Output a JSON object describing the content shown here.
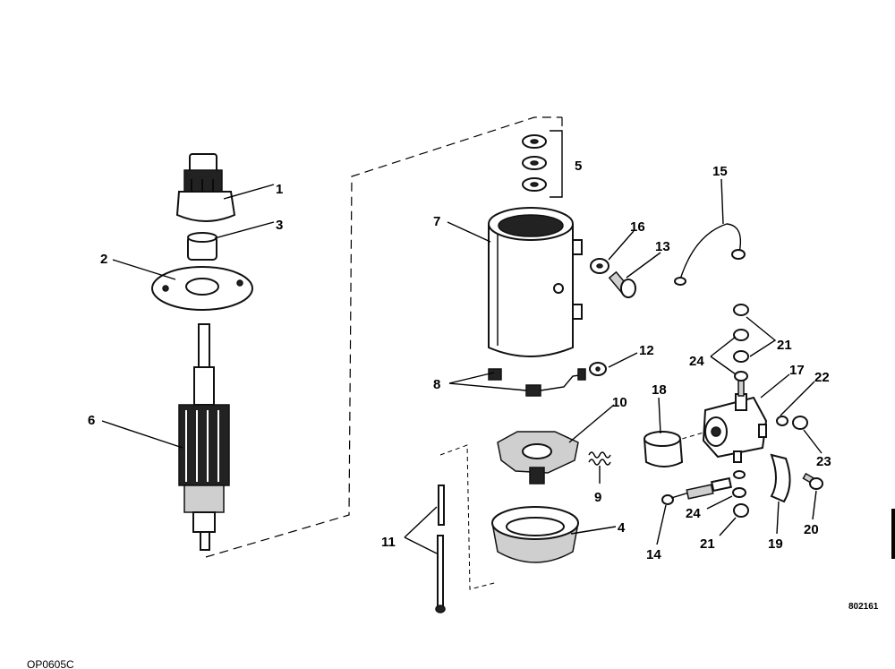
{
  "diagram": {
    "drawing_number": "802161",
    "footer_code": "OP0605C",
    "callouts": [
      "1",
      "2",
      "3",
      "4",
      "5",
      "6",
      "7",
      "8",
      "9",
      "10",
      "11",
      "12",
      "13",
      "14",
      "15",
      "16",
      "17",
      "18",
      "19",
      "20",
      "21",
      "21",
      "22",
      "23",
      "24",
      "24"
    ]
  }
}
